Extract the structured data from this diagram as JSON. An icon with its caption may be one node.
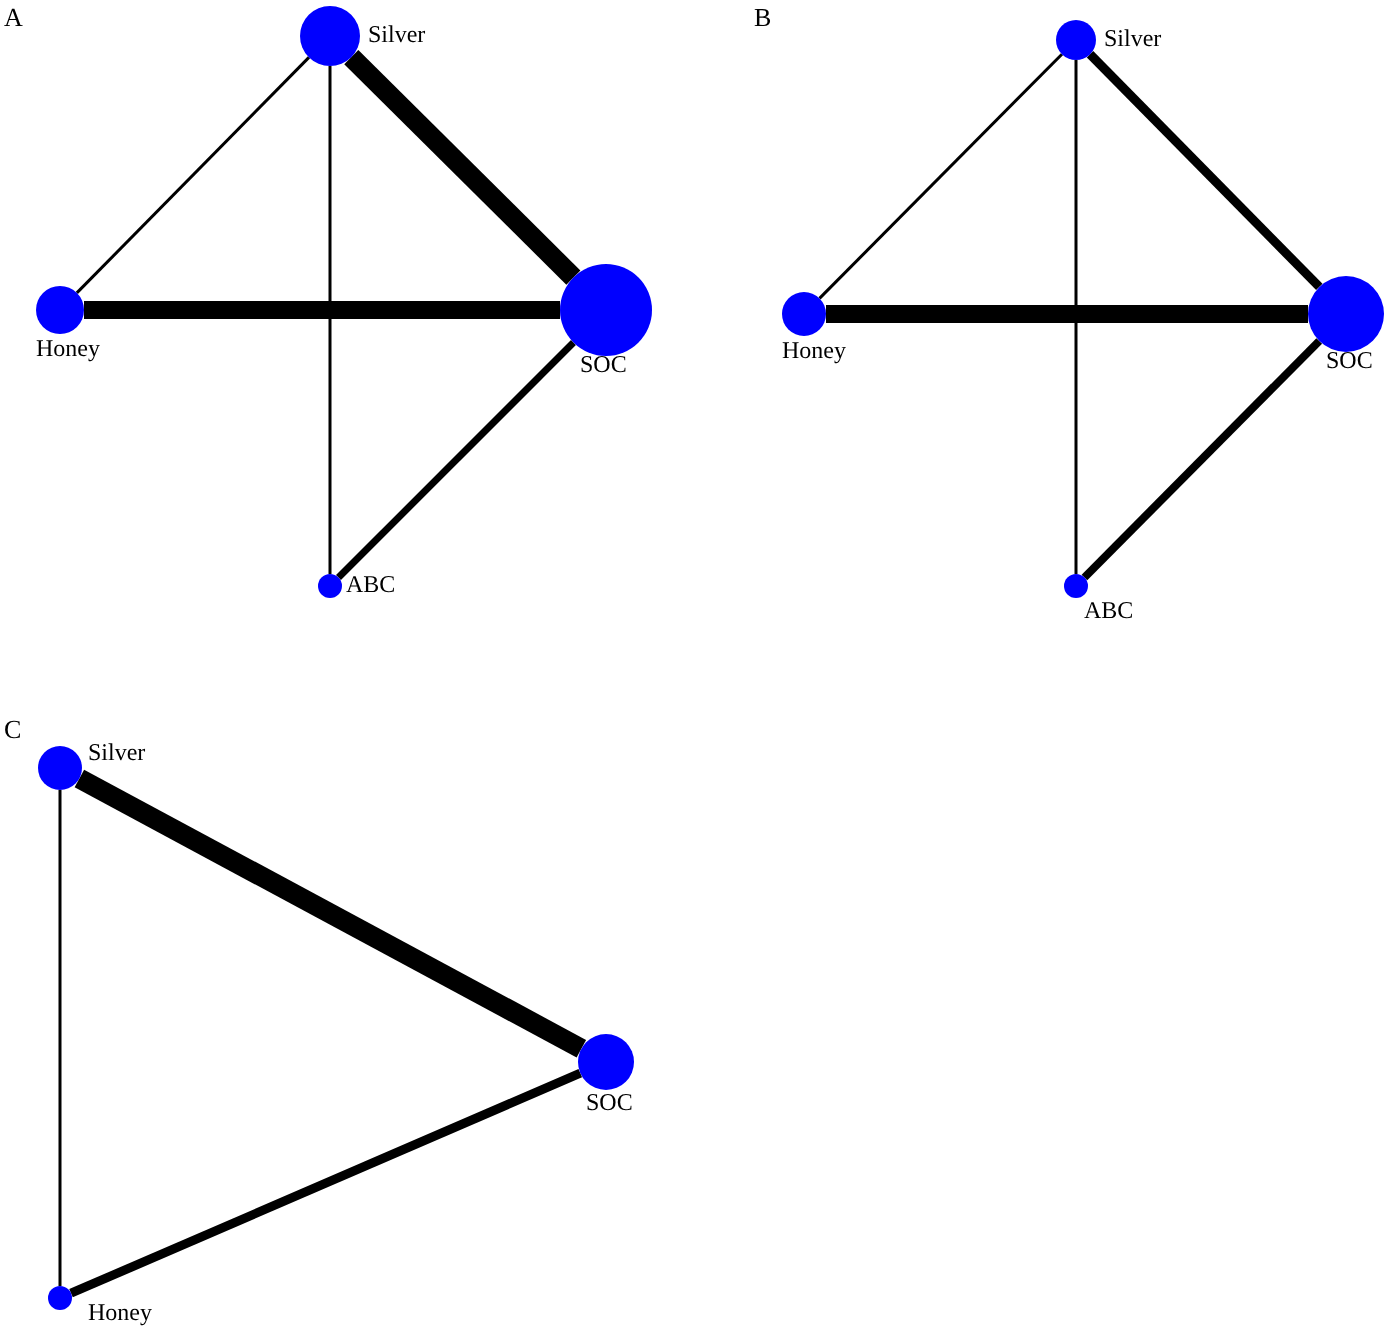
{
  "diagram": {
    "nodes": [
      {
        "text": [
          "Silver"
        ]
      },
      {
        "text": [
          "Honey"
        ]
      },
      {
        "text": [
          "SOC"
        ]
      },
      {
        "text": [
          "ABC"
        ]
      },
      {
        "text": [
          "Silver"
        ]
      },
      {
        "text": [
          "Honey"
        ]
      },
      {
        "text": [
          "SOC"
        ]
      },
      {
        "text": [
          "ABC"
        ]
      },
      {
        "text": [
          "Silver"
        ]
      },
      {
        "text": [
          "SOC"
        ]
      },
      {
        "text": [
          "Honey"
        ]
      }
    ],
    "edges": [
      {
        "from": 0,
        "to": 1,
        "arrow": "none"
      },
      {
        "from": 0,
        "to": 2,
        "arrow": "none",
        "style": "thick"
      },
      {
        "from": 0,
        "to": 3,
        "arrow": "none"
      },
      {
        "from": 1,
        "to": 2,
        "arrow": "none",
        "style": "thick"
      },
      {
        "from": 2,
        "to": 3,
        "arrow": "none"
      },
      {
        "from": 4,
        "to": 5,
        "arrow": "none"
      },
      {
        "from": 4,
        "to": 6,
        "arrow": "none"
      },
      {
        "from": 4,
        "to": 7,
        "arrow": "none"
      },
      {
        "from": 5,
        "to": 6,
        "arrow": "none",
        "style": "thick"
      },
      {
        "from": 6,
        "to": 7,
        "arrow": "none"
      },
      {
        "from": 8,
        "to": 9,
        "arrow": "none",
        "style": "thick"
      },
      {
        "from": 8,
        "to": 10,
        "arrow": "none"
      },
      {
        "from": 9,
        "to": 10,
        "arrow": "none"
      }
    ],
    "labels": [
      "A",
      "B",
      "C"
    ]
  }
}
